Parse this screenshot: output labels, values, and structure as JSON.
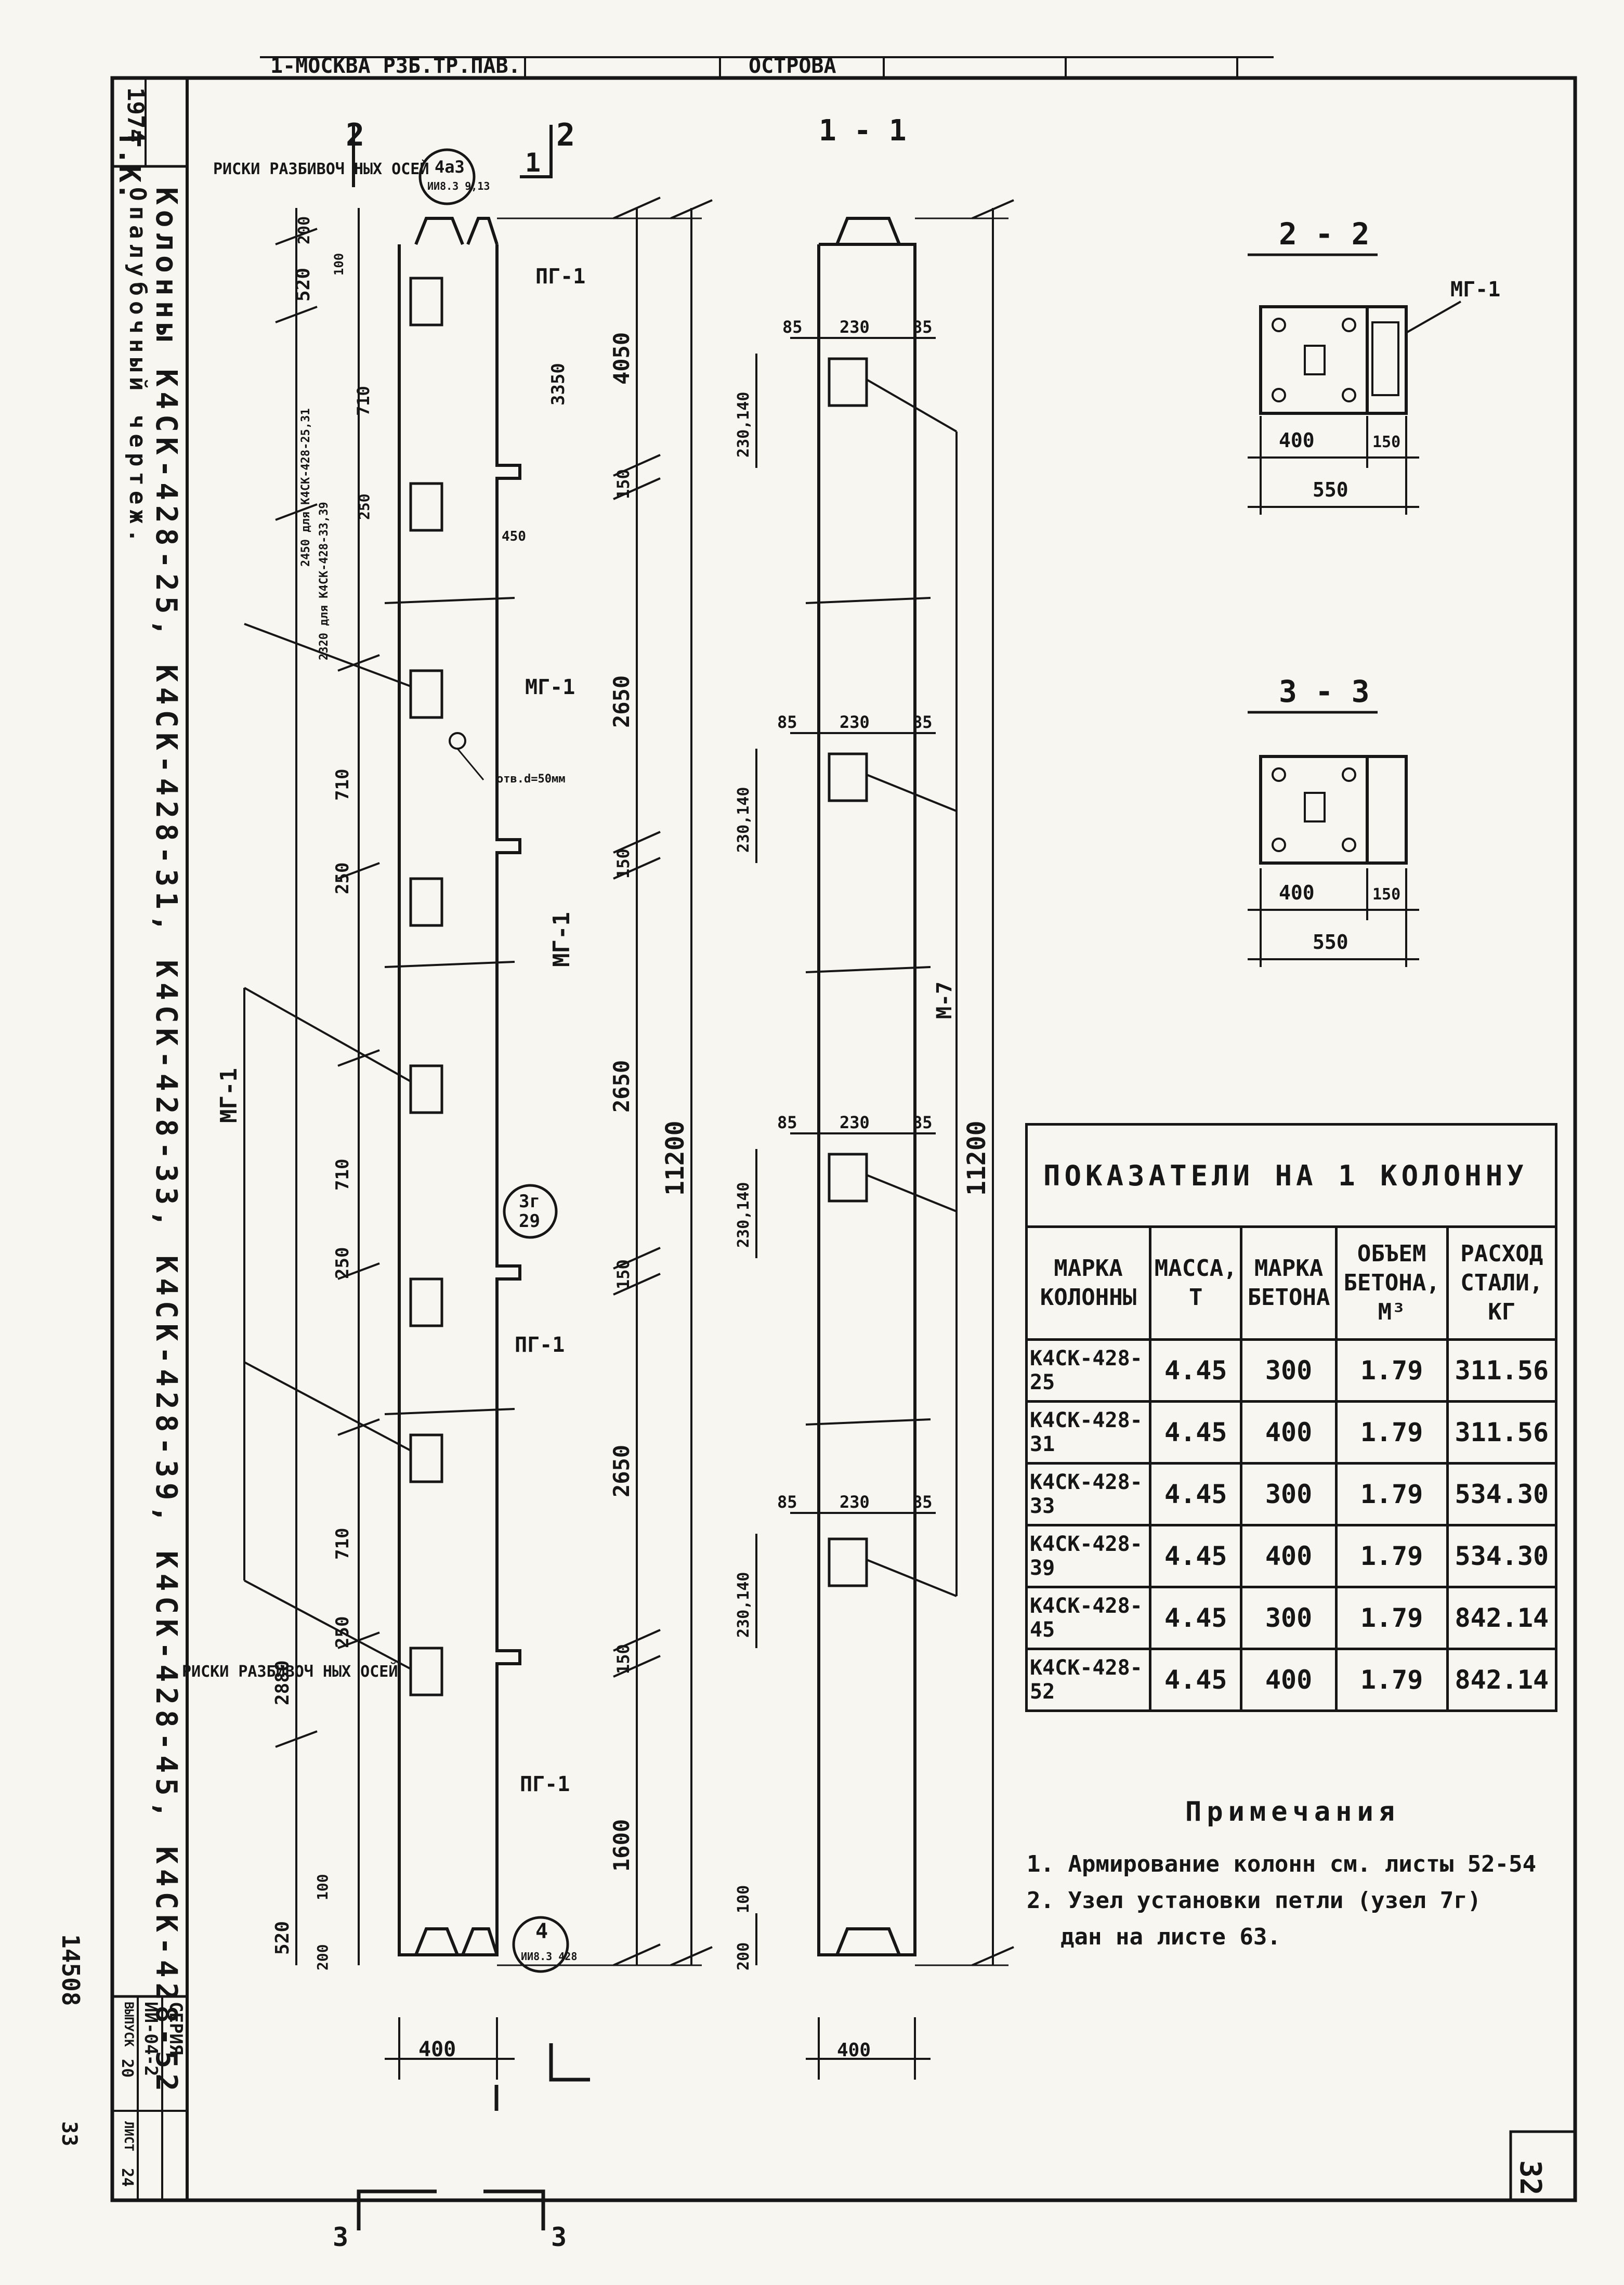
{
  "top_strip": {
    "left": "1-МОСКВА РЗБ.ТР.ПАВ.",
    "right": "ОСТРОВА"
  },
  "corner": {
    "tk": "Т.К.",
    "year": "1974"
  },
  "title": {
    "line1": "Колонны К4СК-428-25, К4СК-428-31, К4СК-428-33, К4СК-428-39, К4СК-428-45, К4СК-428-52",
    "line2": "Опалубочный чертеж."
  },
  "series_box": {
    "series_label": "СЕРИЯ",
    "series": "ИИ-04-2",
    "issue_label": "ВЫПУСК",
    "issue": "20",
    "sheet_label": "ЛИСТ",
    "sheet": "24"
  },
  "archive_no": "14508",
  "archive_sub": "33",
  "page_number": "32",
  "section_2_2": {
    "title": "2 - 2",
    "label": "МГ-1",
    "dim1": "400",
    "dim2": "150",
    "dim_total": "550"
  },
  "section_3_3": {
    "title": "3 - 3",
    "dim1": "400",
    "dim2": "150",
    "dim_total": "550"
  },
  "left_view": {
    "cut_left": "2",
    "cut_right": "2",
    "cut_one": "1",
    "note_top": "РИСКИ РАЗБИВОЧ НЫХ ОСЕЙ",
    "note_bottom": "РИСКИ РАЗБИВОЧ НЫХ ОСЕЙ",
    "node_top": {
      "num": "4а3",
      "ref": "ИИ8.3 9,13"
    },
    "node_mid": {
      "num": "3г",
      "ref": "29"
    },
    "node_bottom": {
      "num": "4",
      "ref": "ИИ8.3 428"
    },
    "labels": {
      "pg1": "ПГ-1",
      "mg1": "МГ-1",
      "mg1_side": "МГ-1",
      "hole": "отв.d=50мм"
    },
    "dims_right": [
      "4050",
      "150",
      "2650",
      "150",
      "2650",
      "150",
      "2650",
      "150",
      "1600"
    ],
    "dims_overall": "11200",
    "dim_3350": "3350",
    "dim_450": "450",
    "dims_left": [
      "200",
      "100",
      "520",
      "710",
      "250",
      "710",
      "250",
      "710",
      "250",
      "710",
      "250",
      "2880",
      "520",
      "200",
      "100"
    ],
    "note_2450": "2450 для К4СК-428-25,31",
    "note_2320": "2320 для К4СК-428-33,39",
    "width": "400"
  },
  "right_view": {
    "title": "1 - 1",
    "dims_top": [
      "85",
      "230",
      "85"
    ],
    "dims_side": "230,140",
    "label_m7": "М-7",
    "overall": "11200",
    "bottom": [
      "200",
      "100"
    ],
    "width": "400"
  },
  "table": {
    "caption": "ПОКАЗАТЕЛИ НА 1 КОЛОННУ",
    "headers": [
      "МАРКА КОЛОННЫ",
      "МАССА, Т",
      "МАРКА БЕТОНА",
      "ОБЪЕМ БЕТОНА, М³",
      "РАСХОД СТАЛИ, КГ"
    ],
    "rows": [
      [
        "К4СК-428-25",
        "4.45",
        "300",
        "1.79",
        "311.56"
      ],
      [
        "К4СК-428-31",
        "4.45",
        "400",
        "1.79",
        "311.56"
      ],
      [
        "К4СК-428-33",
        "4.45",
        "300",
        "1.79",
        "534.30"
      ],
      [
        "К4СК-428-39",
        "4.45",
        "400",
        "1.79",
        "534.30"
      ],
      [
        "К4СК-428-45",
        "4.45",
        "300",
        "1.79",
        "842.14"
      ],
      [
        "К4СК-428-52",
        "4.45",
        "400",
        "1.79",
        "842.14"
      ]
    ]
  },
  "notes": {
    "heading": "Примечания",
    "items": [
      "1. Армирование колонн см. листы 52-54",
      "2. Узел установки петли (узел 7г)",
      "дан на листе 63."
    ]
  },
  "cut_marks": {
    "left": "3",
    "right": "3"
  }
}
